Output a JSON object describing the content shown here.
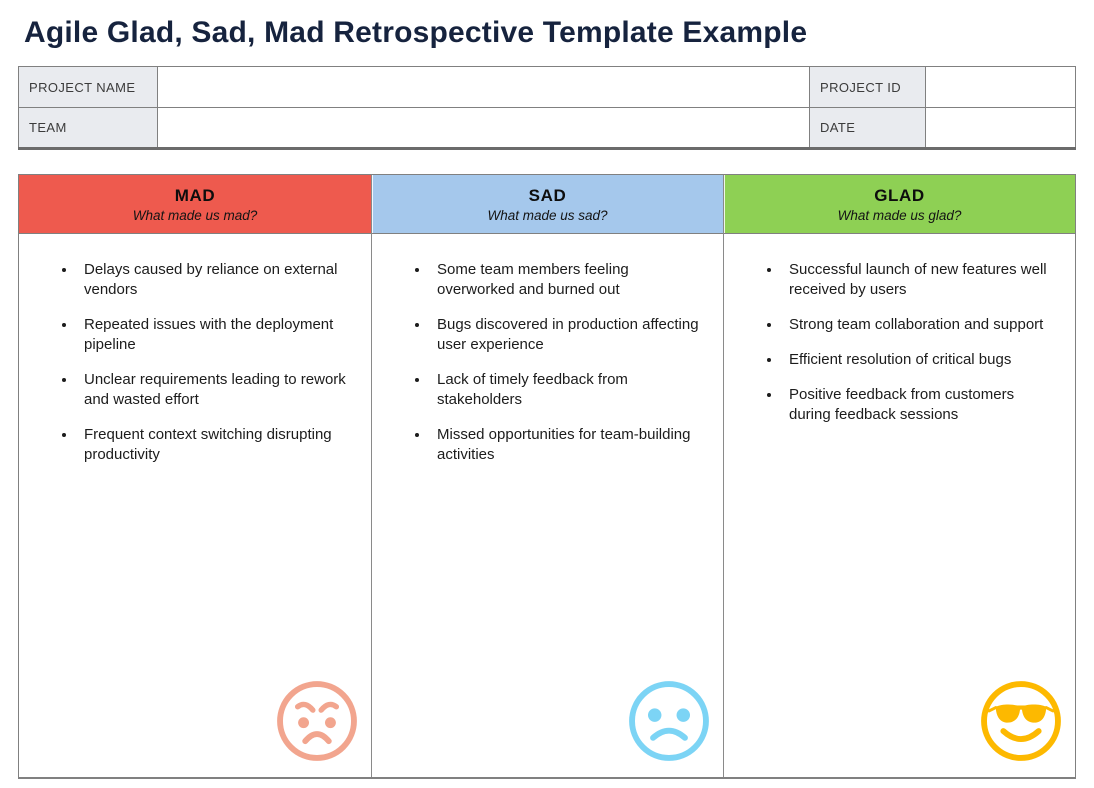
{
  "page": {
    "title": "Agile Glad, Sad, Mad Retrospective Template Example"
  },
  "form": {
    "project_name": {
      "label": "PROJECT NAME",
      "value": ""
    },
    "project_id": {
      "label": "PROJECT ID",
      "value": ""
    },
    "team": {
      "label": "TEAM",
      "value": ""
    },
    "date": {
      "label": "DATE",
      "value": ""
    }
  },
  "board": {
    "columns": [
      {
        "key": "mad",
        "title": "MAD",
        "subtitle": "What made us mad?",
        "header_color": "#ee5a4e",
        "icon": "angry-face-icon",
        "icon_color": "#f2a58e",
        "items": [
          "Delays caused by reliance on external vendors",
          "Repeated issues with the deployment pipeline",
          "Unclear requirements leading to rework and wasted effort",
          "Frequent context switching disrupting productivity"
        ]
      },
      {
        "key": "sad",
        "title": "SAD",
        "subtitle": "What made us sad?",
        "header_color": "#a5c8ec",
        "icon": "sad-face-icon",
        "icon_color": "#7cd4f5",
        "items": [
          "Some team members feeling overworked and burned out",
          "Bugs discovered in production affecting user experience",
          "Lack of timely feedback from stakeholders",
          "Missed opportunities for team-building activities"
        ]
      },
      {
        "key": "glad",
        "title": "GLAD",
        "subtitle": "What made us glad?",
        "header_color": "#8ed054",
        "icon": "cool-face-icon",
        "icon_color": "#fdb900",
        "items": [
          "Successful launch of new features well received by users",
          "Strong team collaboration and support",
          "Efficient resolution of critical bugs",
          "Positive feedback from customers during feedback sessions"
        ]
      }
    ]
  },
  "colors": {
    "title_text": "#16233e",
    "table_border": "#808080",
    "label_cell_bg": "#e9ebef"
  }
}
